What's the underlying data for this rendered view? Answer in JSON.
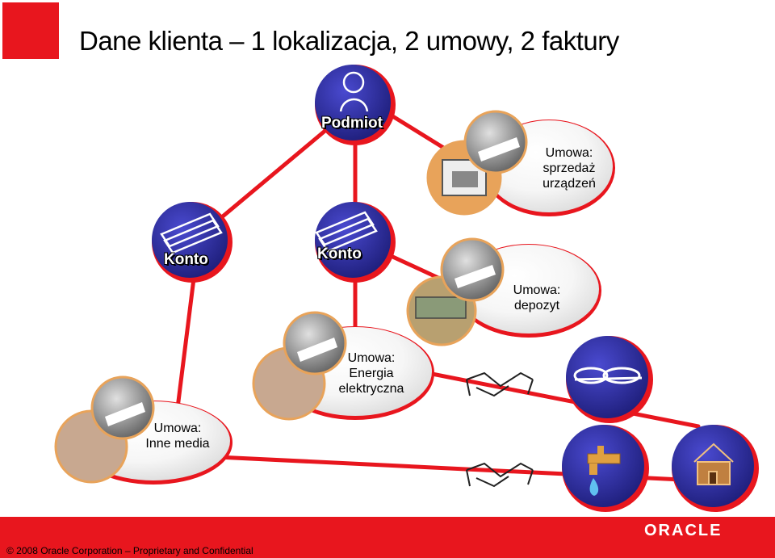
{
  "title": "Dane klienta – 1 lokalizacja, 2 umowy, 2 faktury",
  "nodes": {
    "podmiot": "Podmiot",
    "konto_left": "Konto",
    "konto_center": "Konto"
  },
  "contracts": {
    "sale_line1": "Umowa:",
    "sale_line2": "sprzedaż",
    "sale_line3": "urządzeń",
    "deposit_line1": "Umowa:",
    "deposit_line2": "depozyt",
    "energy_line1": "Umowa:",
    "energy_line2": "Energia",
    "energy_line3": "elektryczna",
    "media_line1": "Umowa:",
    "media_line2": "Inne media"
  },
  "footer": {
    "copyright": "© 2008 Oracle Corporation – Proprietary and Confidential",
    "logo": "ORACLE"
  },
  "colors": {
    "accent_red": "#e8161e",
    "node_blue": "#2e2e9e",
    "bubble_pink": "#f07a80",
    "connector_red": "#e8161e"
  },
  "icons": [
    "person-icon",
    "account-cards-icon",
    "handshake-icon",
    "knot-icon",
    "faucet-icon",
    "house-icon",
    "stove-icon",
    "money-icon",
    "contract-document-icon",
    "lightbulb-icon"
  ]
}
